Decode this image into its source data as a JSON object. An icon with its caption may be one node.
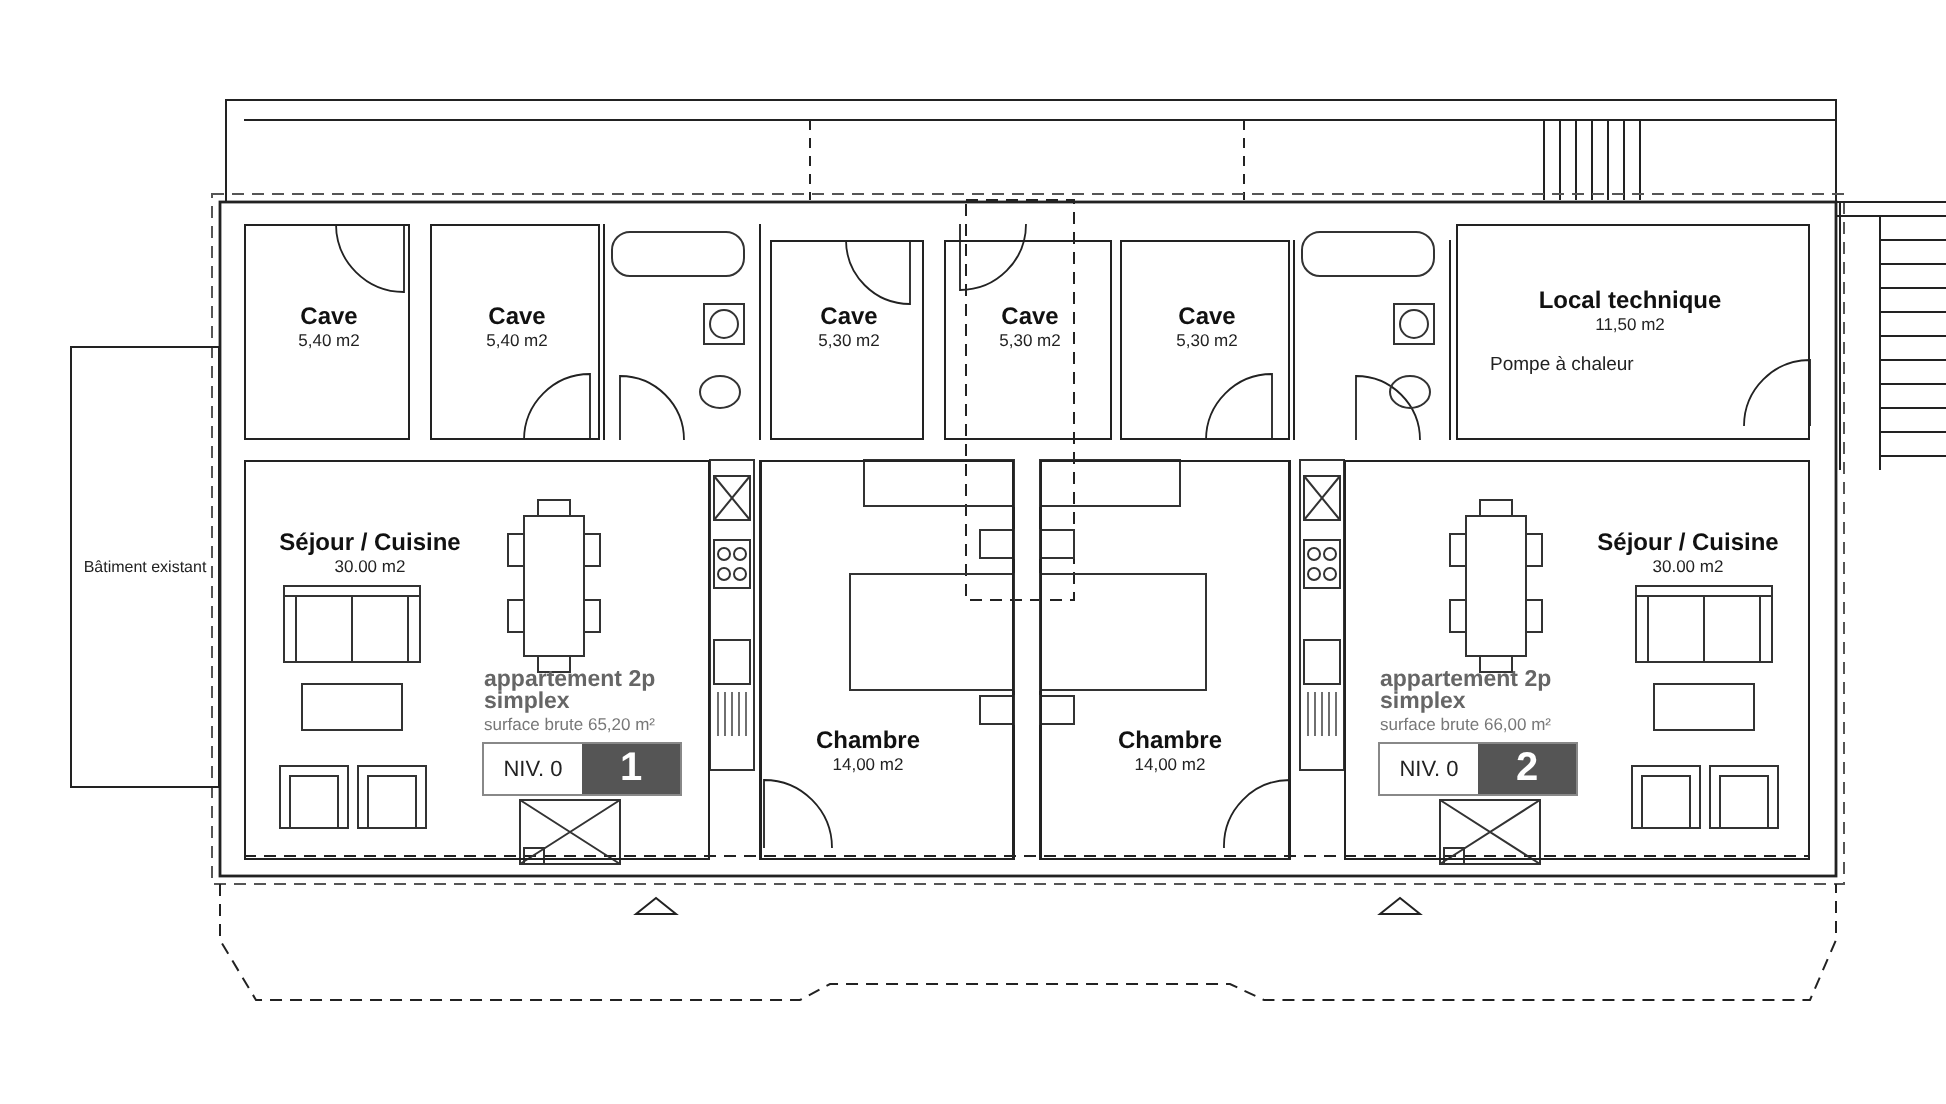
{
  "diagram": {
    "nodes": [
      {
        "text": [
          "Bâtiment existant"
        ]
      },
      {
        "text": [
          "Cave",
          "5,40 m2"
        ]
      },
      {
        "text": [
          "Cave",
          "5,40 m2"
        ]
      },
      {
        "text": [
          "Cave",
          "5,30 m2"
        ]
      },
      {
        "text": [
          "Cave",
          "5,30 m2"
        ]
      },
      {
        "text": [
          "Cave",
          "5,30 m2"
        ]
      },
      {
        "text": [
          "Local technique",
          "11,50 m2",
          "Pompe à chaleur"
        ]
      },
      {
        "text": [
          "Séjour / Cuisine",
          "30.00 m2"
        ]
      },
      {
        "text": [
          "NIV. 0",
          "1"
        ],
        "in": 7,
        "beside": [
          "appartement 2p simplex",
          "surface brute 65,20 m²"
        ]
      },
      {
        "text": [
          "Chambre",
          "14,00 m2"
        ]
      },
      {
        "text": [
          "Chambre",
          "14,00 m2"
        ]
      },
      {
        "text": [
          "Séjour / Cuisine",
          "30.00 m2"
        ]
      },
      {
        "text": [
          "NIV. 0",
          "2"
        ],
        "in": 11,
        "beside": [
          "appartement 2p simplex",
          "surface brute 66,00 m²"
        ]
      }
    ]
  }
}
